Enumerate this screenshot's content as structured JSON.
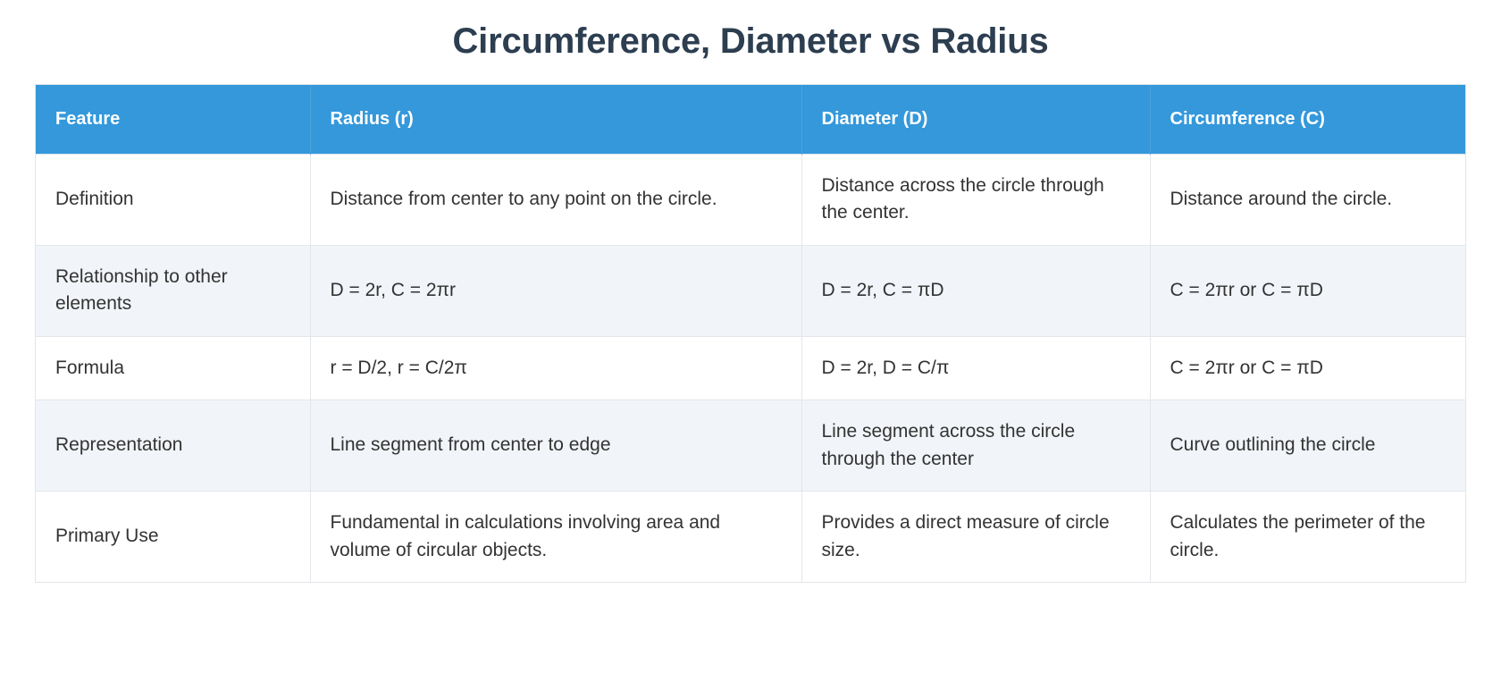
{
  "page": {
    "title": "Circumference, Diameter vs Radius",
    "accent_color": "#3498db",
    "title_color": "#2c3e50",
    "stripe_color": "#f1f4f8",
    "border_color": "#e3e6ea",
    "text_color": "#333333",
    "header_text_color": "#ffffff"
  },
  "table": {
    "columns": [
      {
        "label": "Feature"
      },
      {
        "label": "Radius (r)"
      },
      {
        "label": "Diameter (D)"
      },
      {
        "label": "Circumference (C)"
      }
    ],
    "rows": [
      {
        "feature": "Definition",
        "radius": "Distance from center to any point on the circle.",
        "diameter": "Distance across the circle through the center.",
        "circumference": "Distance around the circle."
      },
      {
        "feature": "Relationship to other elements",
        "radius": "D = 2r, C = 2πr",
        "diameter": "D = 2r, C = πD",
        "circumference": "C = 2πr or C = πD"
      },
      {
        "feature": "Formula",
        "radius": "r = D/2, r = C/2π",
        "diameter": "D = 2r, D = C/π",
        "circumference": "C = 2πr or C = πD"
      },
      {
        "feature": "Representation",
        "radius": "Line segment from center to edge",
        "diameter": "Line segment across the circle through the center",
        "circumference": "Curve outlining the circle"
      },
      {
        "feature": "Primary Use",
        "radius": "Fundamental in calculations involving area and volume of circular objects.",
        "diameter": "Provides a direct measure of circle size.",
        "circumference": "Calculates the perimeter of the circle."
      }
    ]
  }
}
